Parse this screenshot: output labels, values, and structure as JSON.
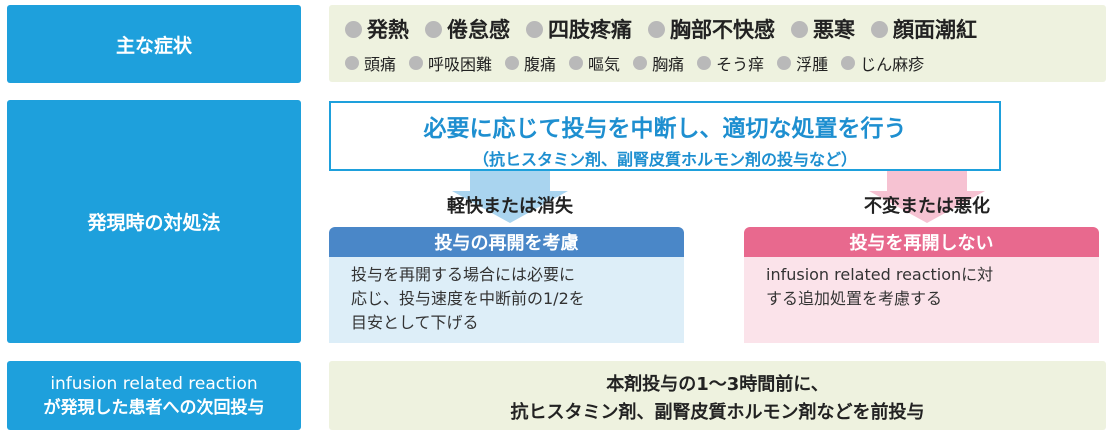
{
  "labels": {
    "symptoms": "主な症状",
    "response": "発現時の対処法",
    "next_line1": "infusion related reaction",
    "next_line2": "が発現した患者への次回投与"
  },
  "symptoms": {
    "primary": [
      "発熱",
      "倦怠感",
      "四肢疼痛",
      "胸部不快感",
      "悪寒",
      "顔面潮紅"
    ],
    "secondary": [
      "頭痛",
      "呼吸困難",
      "腹痛",
      "嘔気",
      "胸痛",
      "そう痒",
      "浮腫",
      "じん麻疹"
    ]
  },
  "action": {
    "main": "必要に応じて投与を中断し、適切な処置を行う",
    "sub": "（抗ヒスタミン剤、副腎皮質ホルモン剤の投与など）"
  },
  "left": {
    "condition": "軽快または消失",
    "header": "投与の再開を考慮",
    "body_line1": "投与を再開する場合には必要に",
    "body_line2": "応じ、投与速度を中断前の1/2を",
    "body_line3": "目安として下げる"
  },
  "right": {
    "condition": "不変または悪化",
    "header": "投与を再開しない",
    "body_line1": "infusion related reactionに対",
    "body_line2": "する追加処置を考慮する"
  },
  "next_dose": {
    "line1": "本剤投与の1～3時間前に、",
    "line2": "抗ヒスタミン剤、副腎皮質ホルモン剤などを前投与"
  },
  "colors": {
    "label_blue": "#1ea0dc",
    "panel_green": "#eef2df",
    "left_header": "#4a87c8",
    "left_body": "#ddeef8",
    "right_header": "#e8698e",
    "right_body": "#fbe3ea"
  }
}
